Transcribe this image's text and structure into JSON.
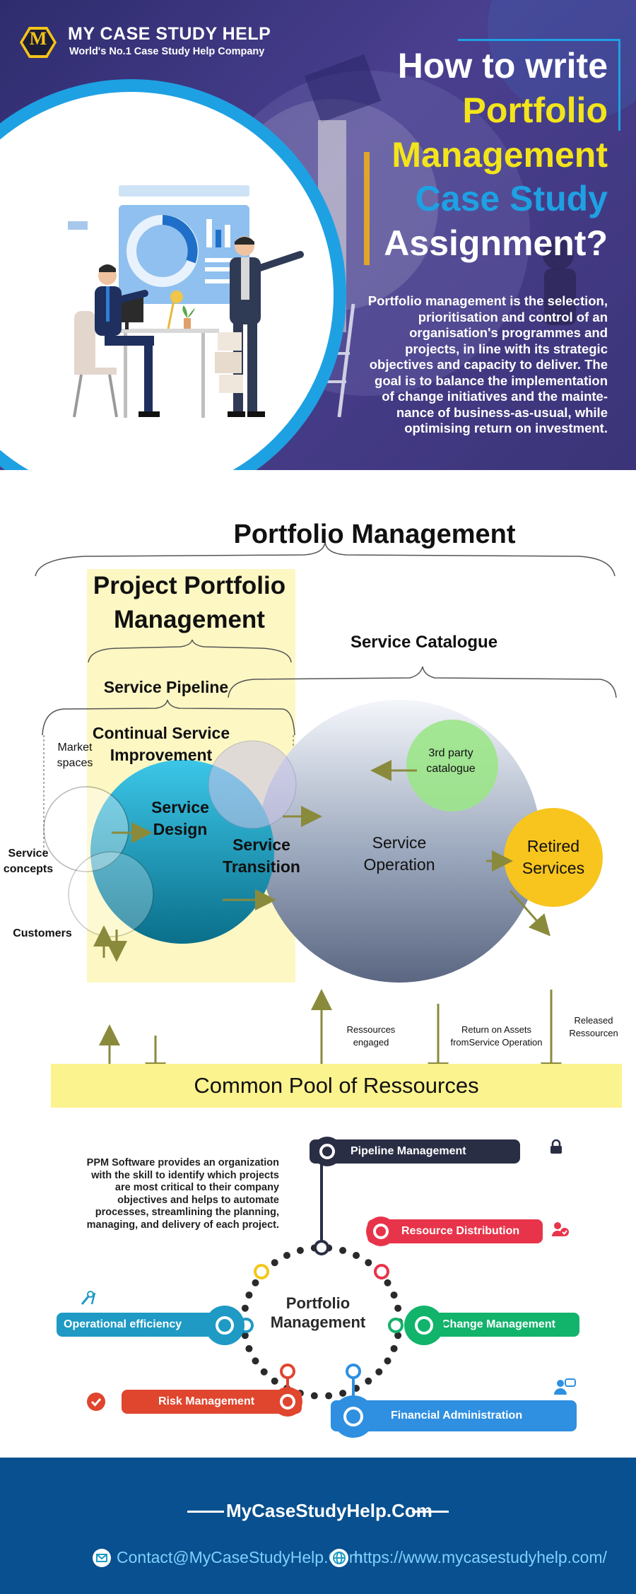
{
  "brand": {
    "name": "MY CASE STUDY HELP",
    "tagline": "World's No.1 Case Study Help Company",
    "logo_letter": "M"
  },
  "hero": {
    "title_lines": [
      "How to write",
      "Portfolio",
      "Management",
      "Case Study",
      "Assignment?"
    ],
    "title_colors": [
      "#ffffff",
      "#f3e41b",
      "#f3e41b",
      "#1ea1e3",
      "#ffffff"
    ],
    "description": "Portfolio management is the selection, prioritisation and control of an organisation's programmes and projects, in line with its strategic objectives and capacity to deliver. The goal is to balance the implementation of change initiatives and the mainte- nance of business-as-usual, while optimising return on investment."
  },
  "diagram": {
    "title": "Portfolio Management",
    "ppm_title": "Project Portfolio Management",
    "service_catalogue": "Service Catalogue",
    "service_pipeline": "Service Pipeline",
    "csi": "Continual Service Improvement",
    "market_spaces": "Market spaces",
    "service_concepts": "Service concepts",
    "customers": "Customers",
    "service_design": "Service Design",
    "service_transition": "Service Transition",
    "service_operation": "Service Operation",
    "third_party": "3rd party catalogue",
    "retired_services": "Retired Services",
    "resources_engaged": "Ressources engaged",
    "return_on_assets": "Return on Assets fromService Operation",
    "released_resources": "Released Ressourcen",
    "common_pool": "Common Pool of Ressources",
    "colors": {
      "highlight": "#fdf7c3",
      "pool": "#fbf38d",
      "arrow": "#8a8a3c",
      "design": "#1aa6c8",
      "retired": "#f7c51e",
      "third_party": "#9be58a"
    }
  },
  "ppm": {
    "intro": "PPM Software provides an organization with the skill to identify which projects are most critical to their company objectives and helps to automate processes, streamlining the planning, managing, and delivery of each project.",
    "center_title": "Portfolio Management",
    "items": {
      "pipeline": {
        "label": "Pipeline Management",
        "color": "#2a2e45",
        "icon": "lock-icon"
      },
      "resource": {
        "label": "Resource Distribution",
        "color": "#e8344a",
        "icon": "user-check-icon"
      },
      "operational": {
        "label": "Operational efficiency",
        "color": "#1e9ac4",
        "icon": "tools-icon"
      },
      "change": {
        "label": "Change Management",
        "color": "#12b36b",
        "icon": "refresh-icon"
      },
      "risk": {
        "label": "Risk Management",
        "color": "#e0452e",
        "icon": "check-circle-icon"
      },
      "financial": {
        "label": "Financial Administration",
        "color": "#2f8fe0",
        "icon": "user-chat-icon"
      }
    }
  },
  "footer": {
    "site": "MyCaseStudyHelp.Com",
    "email": "Contact@MyCaseStudyHelp.Com",
    "url": "https://www.mycasestudyhelp.com/"
  }
}
